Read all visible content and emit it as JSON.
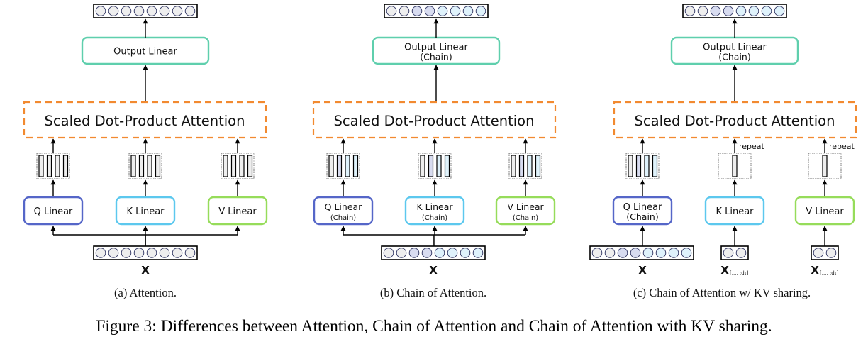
{
  "figure": {
    "caption": "Figure 3: Differences between Attention, Chain of Attention and Chain of Attention with KV sharing.",
    "colors": {
      "output_linear_border": "#5fcfad",
      "attention_border": "#f28a30",
      "q_border": "#5566c8",
      "k_border": "#5cc8ee",
      "v_border": "#96dc5a",
      "cell_gray": "#eeeeee",
      "cell_lavender": "#d8dcf0",
      "cell_cyan": "#dff2fb"
    },
    "panels": [
      {
        "id": "a",
        "caption": "(a) Attention.",
        "output_linear": {
          "label": "Output Linear",
          "sub": ""
        },
        "attention": {
          "label": "Scaled Dot-Product Attention"
        },
        "q": {
          "label": "Q Linear",
          "sub": ""
        },
        "k": {
          "label": "K Linear",
          "sub": ""
        },
        "v": {
          "label": "V Linear",
          "sub": ""
        },
        "input_label": "X",
        "output_cells": [
          "gray",
          "gray",
          "gray",
          "gray",
          "gray",
          "gray",
          "gray",
          "gray"
        ],
        "input_cells": [
          "gray",
          "gray",
          "gray",
          "gray",
          "gray",
          "gray",
          "gray",
          "gray"
        ],
        "q_cols": [
          "gray",
          "gray",
          "gray",
          "gray"
        ],
        "k_cols": [
          "gray",
          "gray",
          "gray",
          "gray"
        ],
        "v_cols": [
          "gray",
          "gray",
          "gray",
          "gray"
        ]
      },
      {
        "id": "b",
        "caption": "(b) Chain of Attention.",
        "output_linear": {
          "label": "Output Linear",
          "sub": "(Chain)"
        },
        "attention": {
          "label": "Scaled Dot-Product Attention"
        },
        "q": {
          "label": "Q Linear",
          "sub": "(Chain)"
        },
        "k": {
          "label": "K Linear",
          "sub": "(Chain)"
        },
        "v": {
          "label": "V Linear",
          "sub": "(Chain)"
        },
        "input_label": "X",
        "output_cells": [
          "gray",
          "gray",
          "lavender",
          "lavender",
          "cyan",
          "cyan",
          "cyan",
          "cyan"
        ],
        "input_cells": [
          "gray",
          "gray",
          "lavender",
          "lavender",
          "cyan",
          "cyan",
          "cyan",
          "cyan"
        ],
        "q_cols": [
          "gray",
          "lavender",
          "cyan",
          "cyan"
        ],
        "k_cols": [
          "gray",
          "lavender",
          "cyan",
          "cyan"
        ],
        "v_cols": [
          "gray",
          "lavender",
          "cyan",
          "cyan"
        ]
      },
      {
        "id": "c",
        "caption": "(c) Chain of Attention w/ KV sharing.",
        "output_linear": {
          "label": "Output Linear",
          "sub": "(Chain)"
        },
        "attention": {
          "label": "Scaled Dot-Product Attention"
        },
        "q": {
          "label": "Q Linear",
          "sub": "(Chain)"
        },
        "k": {
          "label": "K Linear",
          "sub": ""
        },
        "v": {
          "label": "V Linear",
          "sub": ""
        },
        "input_label": "X",
        "kv_input_label": "X",
        "kv_input_subscript": "[..., :d₁]",
        "repeat_label": "repeat",
        "output_cells": [
          "gray",
          "gray",
          "lavender",
          "lavender",
          "cyan",
          "cyan",
          "cyan",
          "cyan"
        ],
        "input_cells": [
          "gray",
          "gray",
          "lavender",
          "lavender",
          "cyan",
          "cyan",
          "cyan",
          "cyan"
        ],
        "kv_input_cells": [
          "gray",
          "gray"
        ],
        "q_cols": [
          "gray",
          "lavender",
          "cyan",
          "cyan"
        ],
        "k_cols": [
          "gray"
        ],
        "v_cols": [
          "gray"
        ]
      }
    ]
  }
}
